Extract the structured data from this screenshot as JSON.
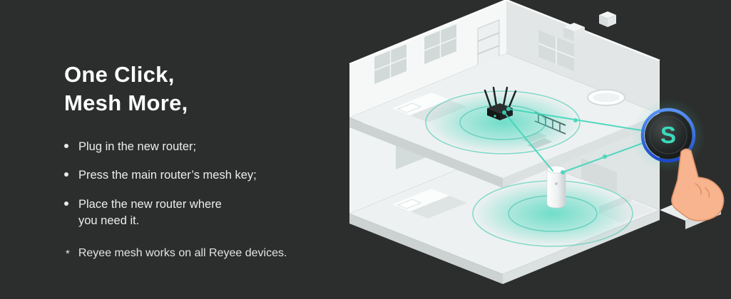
{
  "theme": {
    "background": "#2c2e2d",
    "accent_teal": "#3fd6ba",
    "ring_blue": "#2e6be0",
    "text": "#f2f2f2",
    "hand": "#f7b48f"
  },
  "headline": {
    "line1": "One Click,",
    "line2": "Mesh More,"
  },
  "bullets": [
    "Plug in the new router;",
    "Press the main router’s mesh key;",
    "Place the new router where\nyou need it."
  ],
  "footnote": {
    "marker": "*",
    "text": "Reyee mesh works on all Reyee devices."
  },
  "illustration": {
    "mesh_button_label": "S",
    "elements": [
      "two-story-house-cutaway",
      "mesh-coverage-zones",
      "main-router",
      "mesh-router",
      "mesh-key-button",
      "pointing-hand"
    ]
  }
}
